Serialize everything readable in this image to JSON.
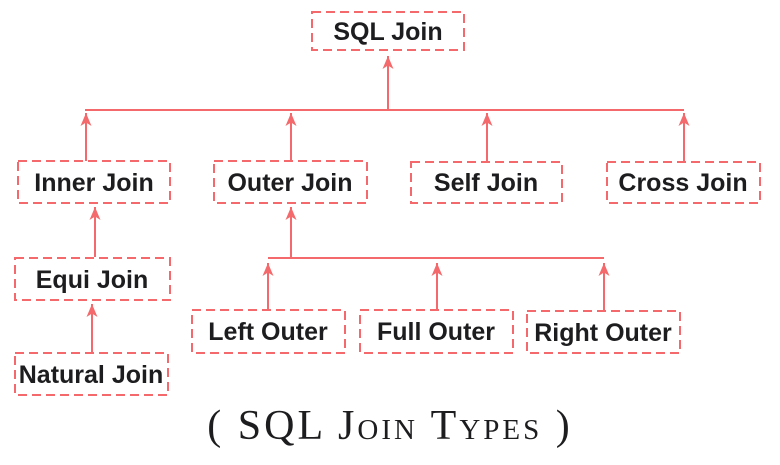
{
  "diagram": {
    "title": "( SQL Join Types )",
    "colors": {
      "accent": "#f4696b",
      "text": "#1d1d1f",
      "background": "#ffffff"
    },
    "nodes": {
      "sql_join": {
        "label": "SQL Join"
      },
      "inner_join": {
        "label": "Inner Join"
      },
      "outer_join": {
        "label": "Outer Join"
      },
      "self_join": {
        "label": "Self Join"
      },
      "cross_join": {
        "label": "Cross Join"
      },
      "equi_join": {
        "label": "Equi Join"
      },
      "natural_join": {
        "label": "Natural Join"
      },
      "left_outer": {
        "label": "Left Outer"
      },
      "full_outer": {
        "label": "Full Outer"
      },
      "right_outer": {
        "label": "Right Outer"
      }
    },
    "edges": [
      {
        "from": "inner_join",
        "to": "sql_join"
      },
      {
        "from": "outer_join",
        "to": "sql_join"
      },
      {
        "from": "self_join",
        "to": "sql_join"
      },
      {
        "from": "cross_join",
        "to": "sql_join"
      },
      {
        "from": "equi_join",
        "to": "inner_join"
      },
      {
        "from": "natural_join",
        "to": "equi_join"
      },
      {
        "from": "left_outer",
        "to": "outer_join"
      },
      {
        "from": "full_outer",
        "to": "outer_join"
      },
      {
        "from": "right_outer",
        "to": "outer_join"
      }
    ]
  }
}
